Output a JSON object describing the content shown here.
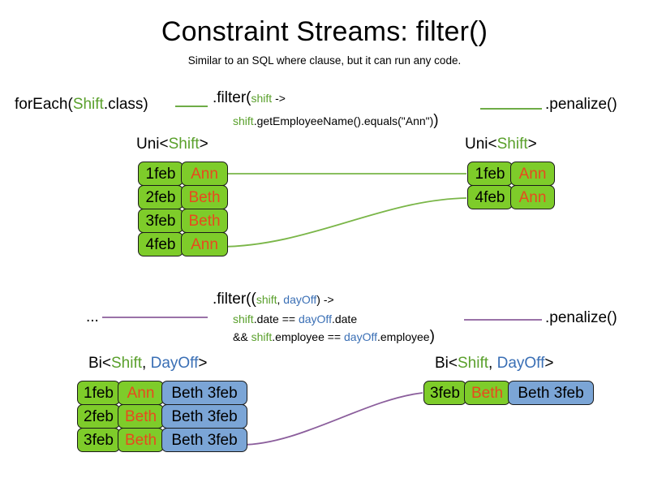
{
  "header": {
    "title": "Constraint Streams: filter()",
    "subtitle": "Similar to an SQL where clause, but it can run any code."
  },
  "colors": {
    "green_fill": "#7ecc2a",
    "blue_fill": "#7ba5d6",
    "name_text": "#e8491e",
    "green_identifier": "#5aa02c",
    "blue_identifier": "#3a6fb5",
    "green_link": "#5aa02c",
    "purple_link": "#8b5e9c",
    "stroke": "#1a1a1a"
  },
  "pipeline_uni": {
    "source_label": {
      "prefix": "forEach(",
      "type": "Shift",
      "suffix": ".class)"
    },
    "filter": {
      "line1_prefix": ".filter(",
      "line1_param": "shift",
      "line1_arrow": " ->",
      "line2_param": "shift",
      "line2_body": ".getEmployeeName().equals(\"Ann\")",
      "line2_close": ")"
    },
    "terminal_label": ".penalize()",
    "input_caption": {
      "prefix": "Uni<",
      "type": "Shift",
      "suffix": ">"
    },
    "output_caption": {
      "prefix": "Uni<",
      "type": "Shift",
      "suffix": ">"
    },
    "input_rows": [
      {
        "date": "1feb",
        "name": "Ann"
      },
      {
        "date": "2feb",
        "name": "Beth"
      },
      {
        "date": "3feb",
        "name": "Beth"
      },
      {
        "date": "4feb",
        "name": "Ann"
      }
    ],
    "output_rows": [
      {
        "date": "1feb",
        "name": "Ann"
      },
      {
        "date": "4feb",
        "name": "Ann"
      }
    ]
  },
  "pipeline_bi": {
    "source_label": "...",
    "filter": {
      "line1_prefix": ".filter((",
      "line1_param_a": "shift",
      "line1_comma": ", ",
      "line1_param_b": "dayOff",
      "line1_arrow": ") ->",
      "line2_a": "shift",
      "line2_mid": ".date == ",
      "line2_b": "dayOff",
      "line2_end": ".date",
      "line3_prefix": "&& ",
      "line3_a": "shift",
      "line3_mid": ".employee == ",
      "line3_b": "dayOff",
      "line3_end": ".employee",
      "line3_close": ")"
    },
    "terminal_label": ".penalize()",
    "input_caption": {
      "prefix": "Bi<",
      "type_a": "Shift",
      "comma": ", ",
      "type_b": "DayOff",
      "suffix": ">"
    },
    "output_caption": {
      "prefix": "Bi<",
      "type_a": "Shift",
      "comma": ", ",
      "type_b": "DayOff",
      "suffix": ">"
    },
    "input_rows": [
      {
        "date": "1feb",
        "name": "Ann",
        "dayoff": "Beth 3feb"
      },
      {
        "date": "2feb",
        "name": "Beth",
        "dayoff": "Beth 3feb"
      },
      {
        "date": "3feb",
        "name": "Beth",
        "dayoff": "Beth 3feb"
      }
    ],
    "output_rows": [
      {
        "date": "3feb",
        "name": "Beth",
        "dayoff": "Beth 3feb"
      }
    ]
  }
}
